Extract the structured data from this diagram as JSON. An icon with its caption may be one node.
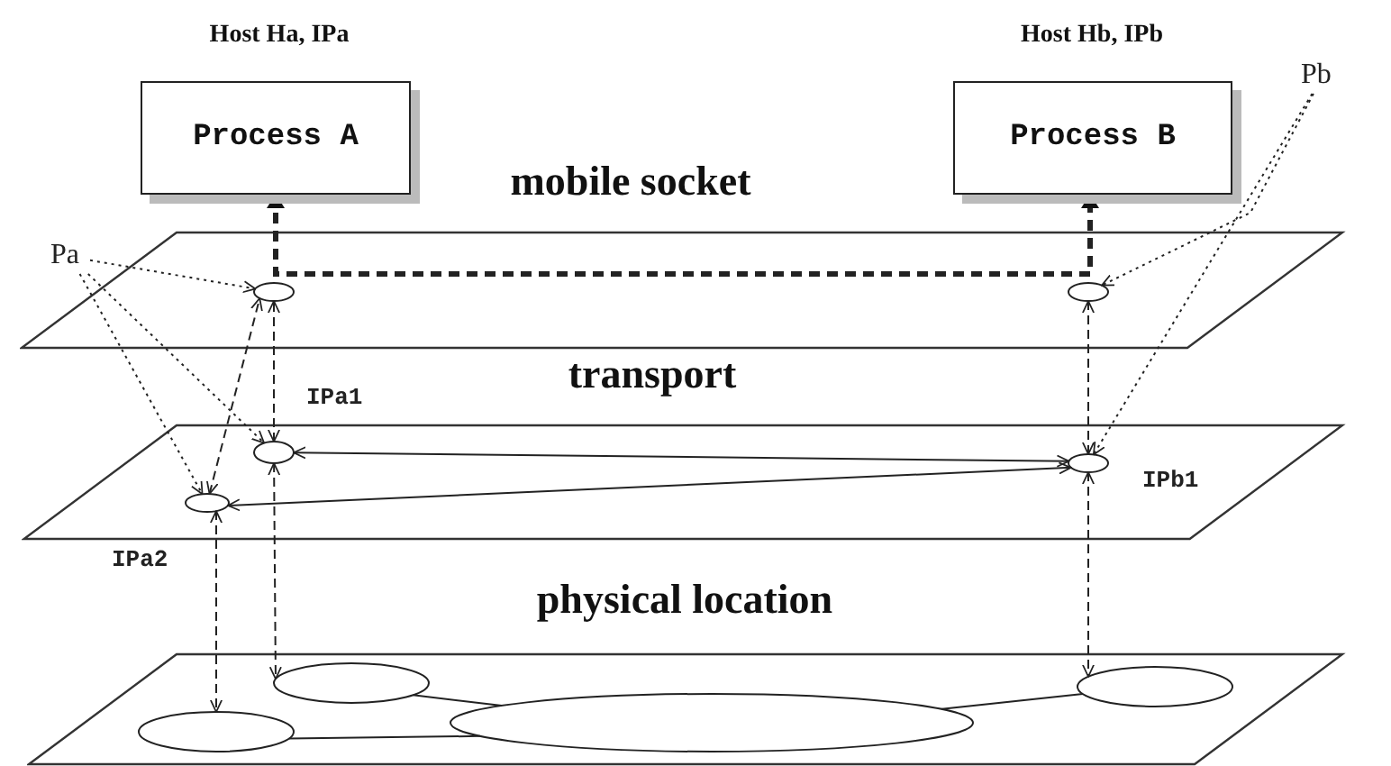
{
  "diagram": {
    "nodes": [
      {
        "text": [
          "Process A"
        ],
        "beside": [
          "Host Ha, IPa"
        ]
      },
      {
        "text": [
          "Process B"
        ],
        "beside": [
          "Host Hb, IPb"
        ]
      },
      {
        "text": [
          "mobile socket"
        ]
      },
      {
        "text": [
          "transport"
        ]
      },
      {
        "text": [
          "physical location"
        ]
      },
      {
        "text": [],
        "shape": "ellipse",
        "in": 2
      },
      {
        "text": [],
        "shape": "ellipse",
        "in": 2
      },
      {
        "text": [
          "Pa"
        ]
      },
      {
        "text": [
          "Pb"
        ]
      },
      {
        "text": [],
        "shape": "ellipse",
        "in": 3,
        "beside": [
          "IPa1"
        ]
      },
      {
        "text": [],
        "shape": "ellipse",
        "in": 3,
        "beside": [
          "IPa2"
        ]
      },
      {
        "text": [],
        "shape": "ellipse",
        "in": 3,
        "beside": [
          "IPb1"
        ]
      },
      {
        "text": [],
        "shape": "ellipse",
        "in": 4
      },
      {
        "text": [],
        "shape": "ellipse",
        "in": 4
      },
      {
        "text": [],
        "shape": "ellipse",
        "in": 4
      },
      {
        "text": [],
        "shape": "ellipse",
        "in": 4
      }
    ],
    "edges": [
      {
        "from": 0,
        "to": 1,
        "arrow": "both",
        "style": "dashed"
      },
      {
        "from": 9,
        "to": 5,
        "arrow": "both",
        "style": "dashed"
      },
      {
        "from": 10,
        "to": 5,
        "arrow": "both",
        "style": "dashed"
      },
      {
        "from": 11,
        "to": 6,
        "arrow": "both",
        "style": "dashed"
      },
      {
        "from": 9,
        "to": 13,
        "arrow": "both",
        "style": "dashed"
      },
      {
        "from": 10,
        "to": 12,
        "arrow": "both",
        "style": "dashed"
      },
      {
        "from": 11,
        "to": 15,
        "arrow": "both",
        "style": "dashed"
      },
      {
        "from": 11,
        "to": 9,
        "arrow": "both"
      },
      {
        "from": 10,
        "to": 11,
        "arrow": "both"
      },
      {
        "from": 7,
        "to": 5,
        "arrow": "to",
        "style": "dashed"
      },
      {
        "from": 7,
        "to": 9,
        "arrow": "to",
        "style": "dashed"
      },
      {
        "from": 7,
        "to": 10,
        "arrow": "to",
        "style": "dashed"
      },
      {
        "from": 8,
        "to": 6,
        "arrow": "to",
        "style": "dashed"
      },
      {
        "from": 8,
        "to": 11,
        "arrow": "to",
        "style": "dashed"
      },
      {
        "from": 12,
        "to": 14,
        "arrow": "none"
      },
      {
        "from": 13,
        "to": 14,
        "arrow": "none"
      },
      {
        "from": 14,
        "to": 15,
        "arrow": "none"
      }
    ]
  }
}
